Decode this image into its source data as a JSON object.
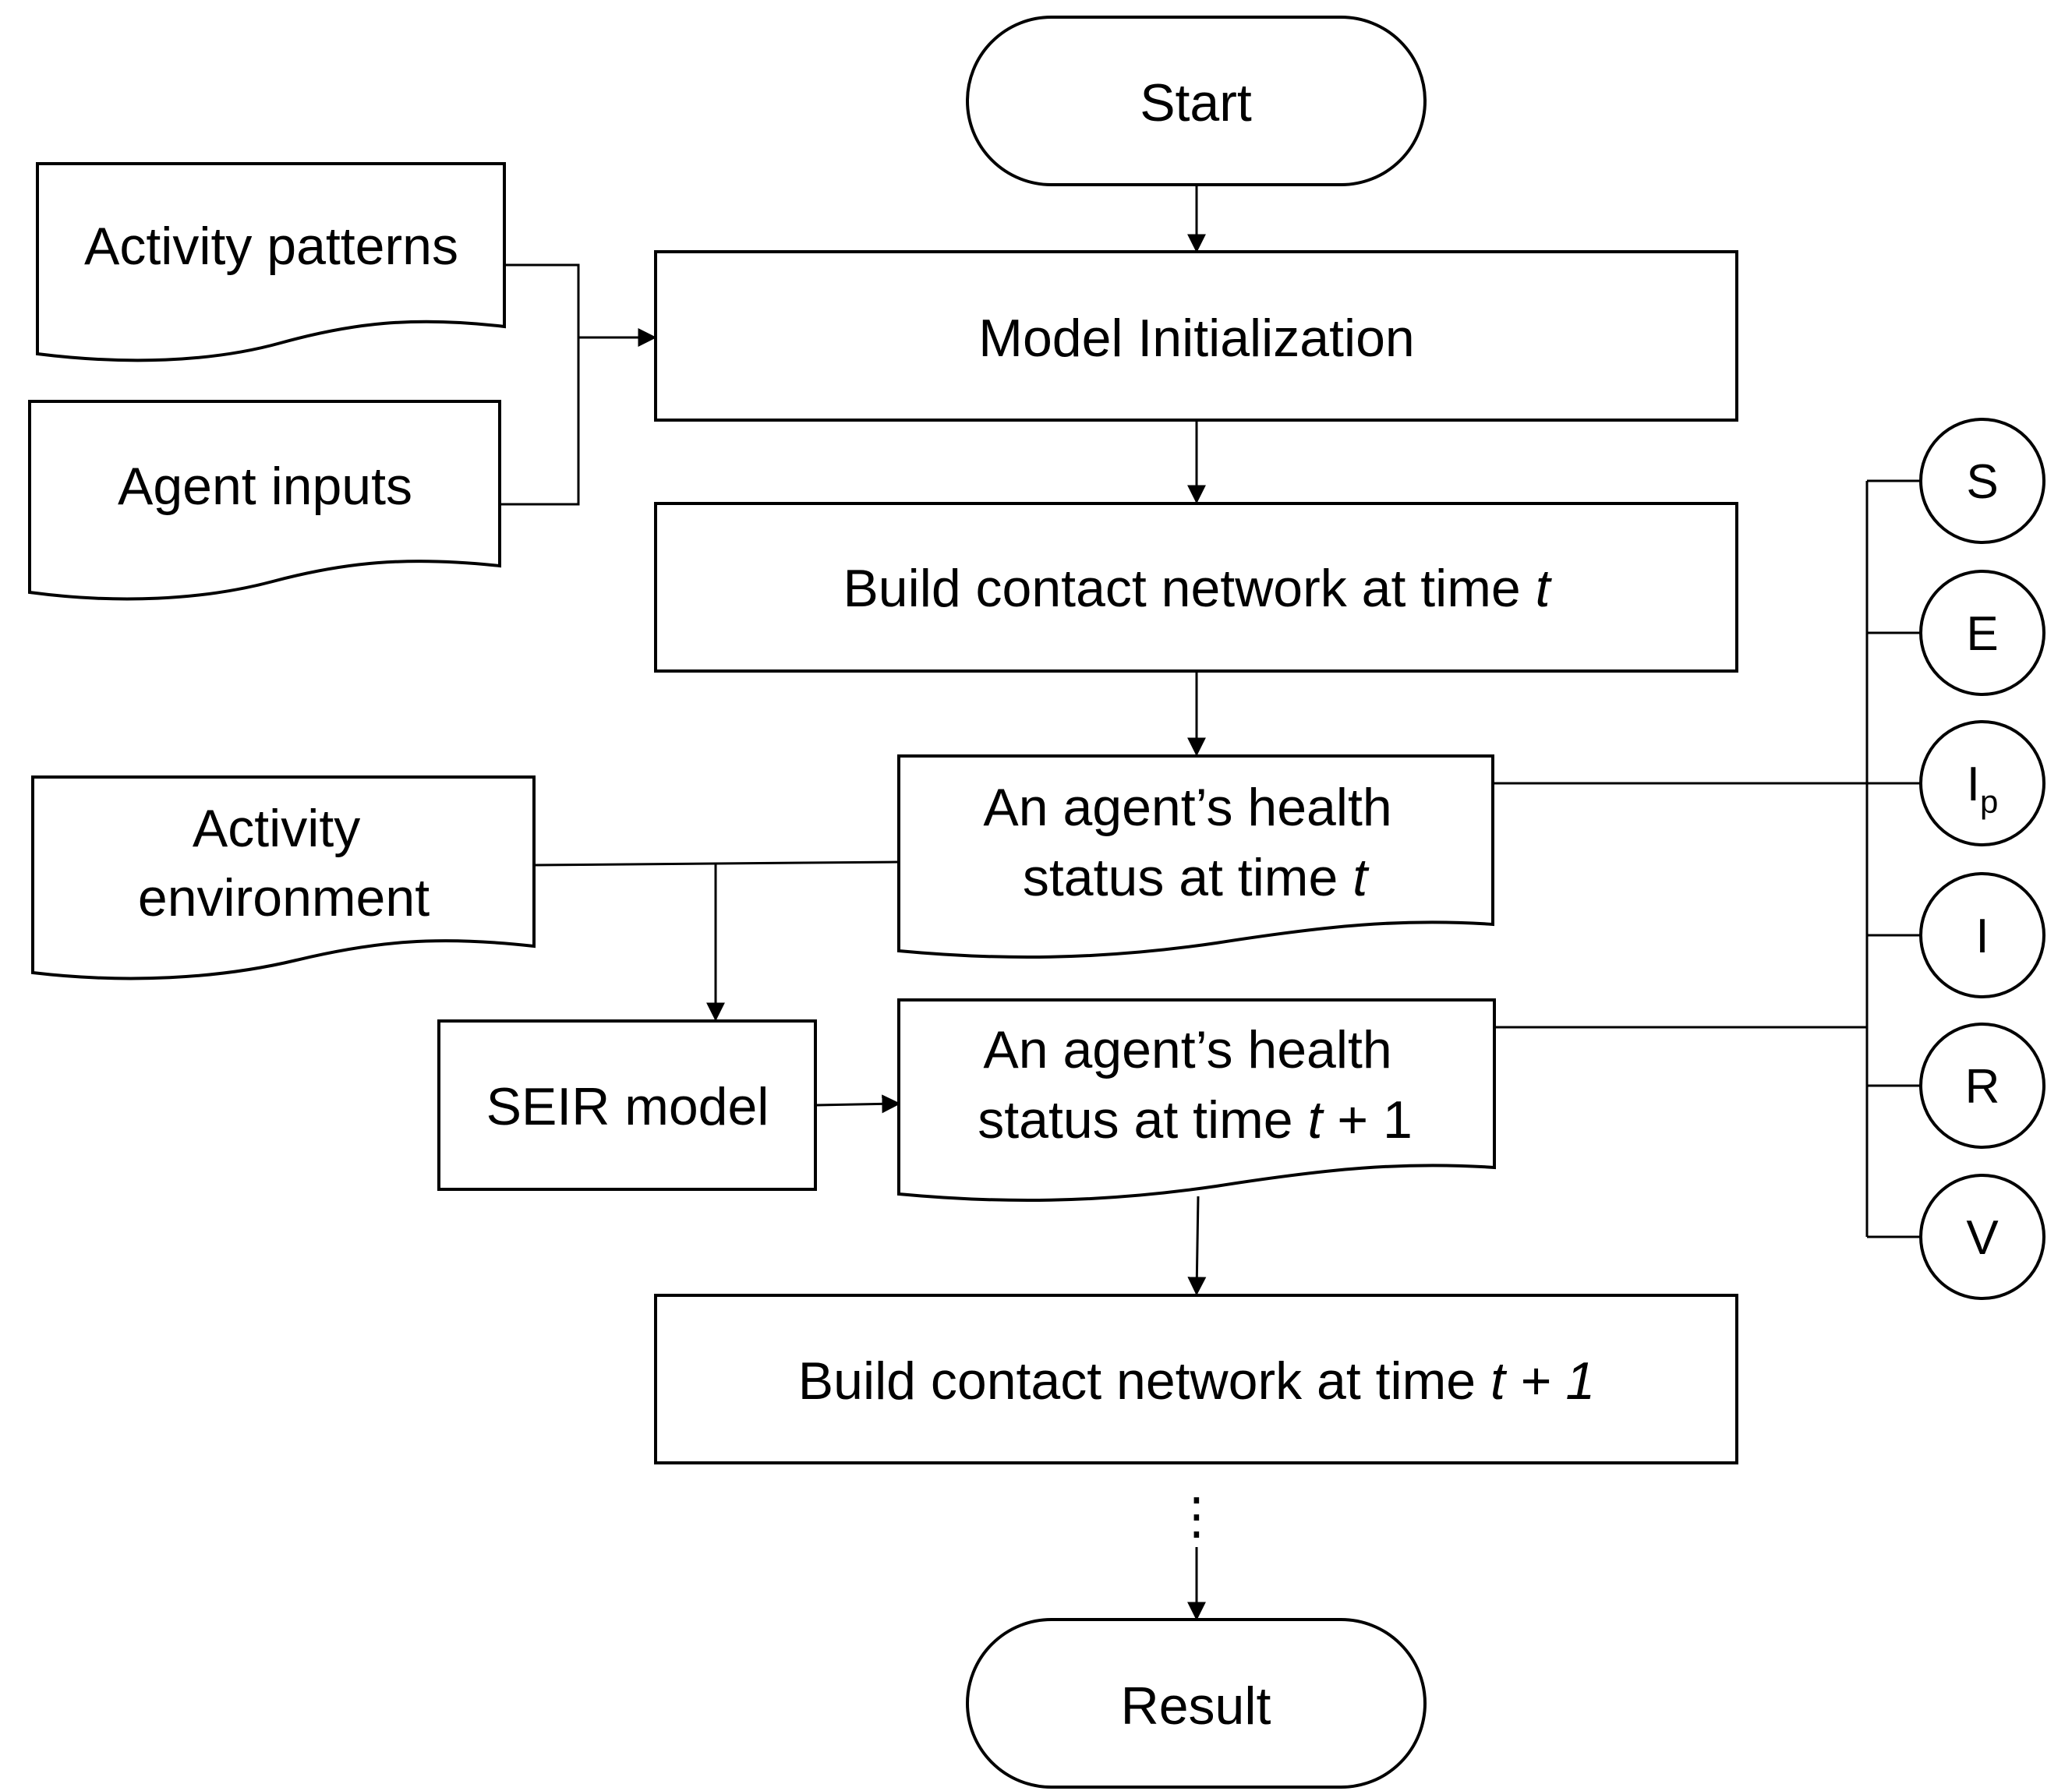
{
  "nodes": {
    "start": {
      "label": "Start"
    },
    "model_init": {
      "label": "Model Initialization"
    },
    "activity_patterns": {
      "label": "Activity patterns"
    },
    "agent_inputs": {
      "label": "Agent inputs"
    },
    "build_network_t": {
      "label": "Build contact network at time",
      "var": "t"
    },
    "activity_environment": {
      "line1": "Activity",
      "line2": "environment"
    },
    "health_t": {
      "line1": "An agent’s health",
      "line2": "status at time",
      "var": "t"
    },
    "seir": {
      "label": "SEIR model"
    },
    "health_t1": {
      "line1": "An agent’s health",
      "line2": "status at time",
      "var": "t",
      "suffix": "+ 1"
    },
    "build_network_t1": {
      "label": "Build contact network at time",
      "var": "t + 1"
    },
    "ellipsis": {
      "label": "⋮"
    },
    "result": {
      "label": "Result"
    }
  },
  "states": [
    {
      "label": "S",
      "sub": ""
    },
    {
      "label": "E",
      "sub": ""
    },
    {
      "label": "I",
      "sub": "p"
    },
    {
      "label": "I",
      "sub": ""
    },
    {
      "label": "R",
      "sub": ""
    },
    {
      "label": "V",
      "sub": ""
    }
  ]
}
